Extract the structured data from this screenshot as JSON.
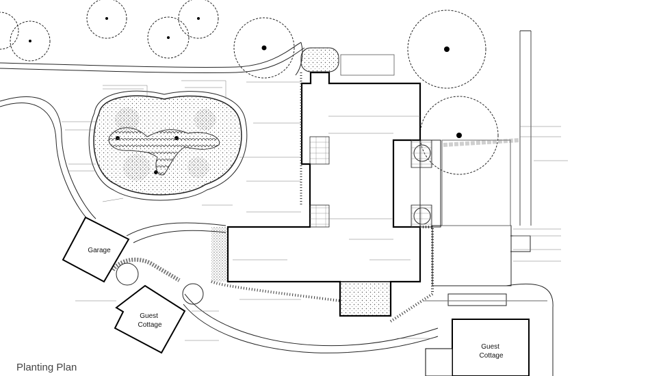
{
  "title": "Planting Plan",
  "labels": {
    "garage": "Garage",
    "guest_cottage_1": "Guest Cottage",
    "guest_cottage_2": "Guest Cottage"
  },
  "colors": {
    "ink": "#111111",
    "building_outline": "#000000",
    "paving": "#d9d9d9"
  }
}
